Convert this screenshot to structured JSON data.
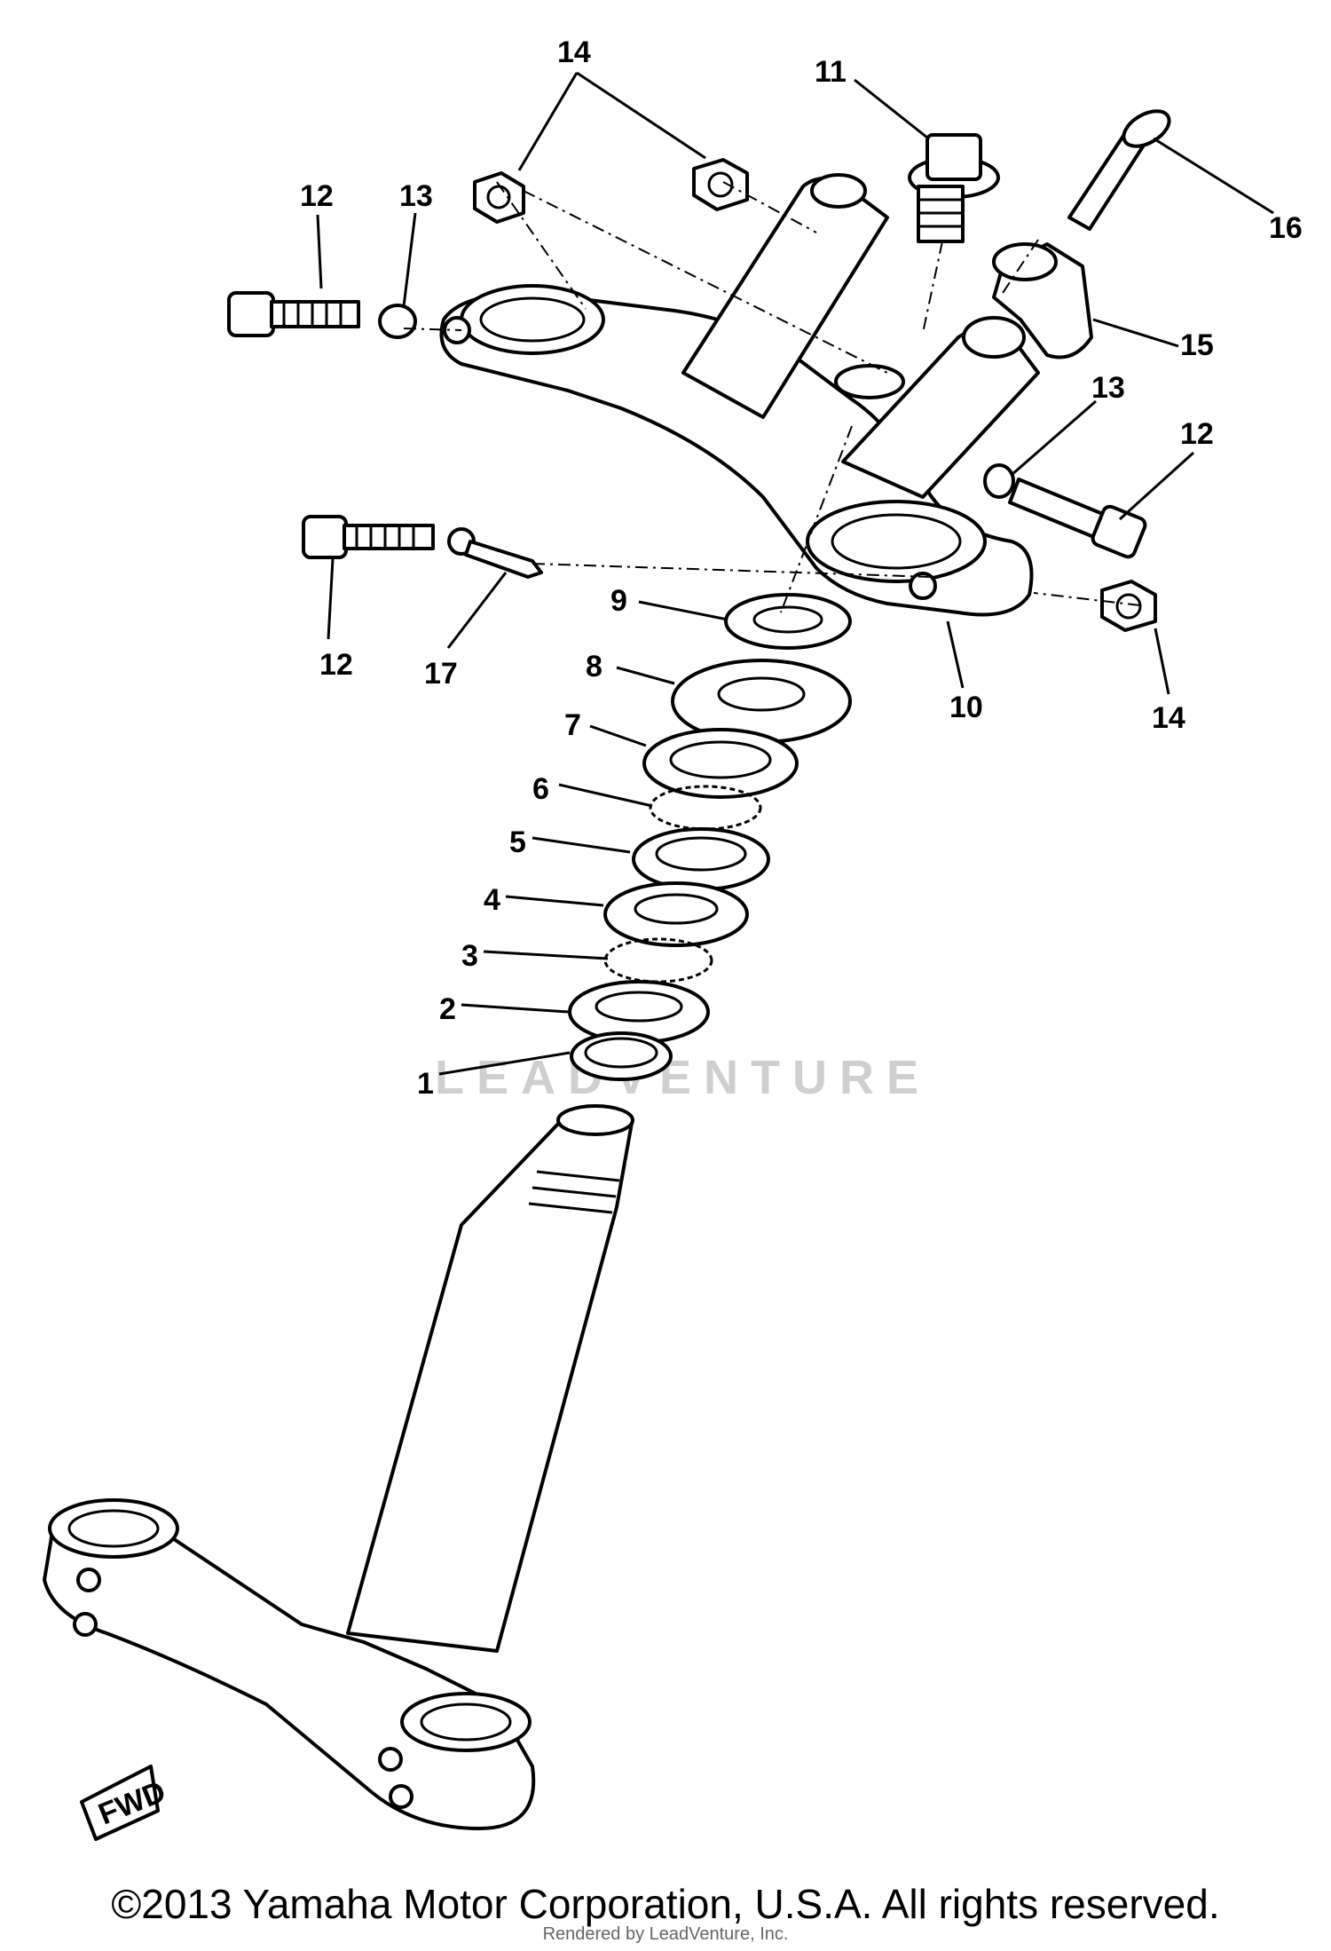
{
  "watermark": "LEADVENTURE",
  "fwd_label": "FWD",
  "callouts": {
    "c1": "1",
    "c2": "2",
    "c3": "3",
    "c4": "4",
    "c5": "5",
    "c6": "6",
    "c7": "7",
    "c8": "8",
    "c9": "9",
    "c10": "10",
    "c11": "11",
    "c12a": "12",
    "c12b": "12",
    "c12c": "12",
    "c13a": "13",
    "c13b": "13",
    "c14a": "14",
    "c14b": "14",
    "c15": "15",
    "c16": "16",
    "c17": "17"
  },
  "footer": {
    "copyright": "©2013 Yamaha Motor Corporation, U.S.A. All rights reserved.",
    "rendered_by": "Rendered by LeadVenture, Inc."
  }
}
